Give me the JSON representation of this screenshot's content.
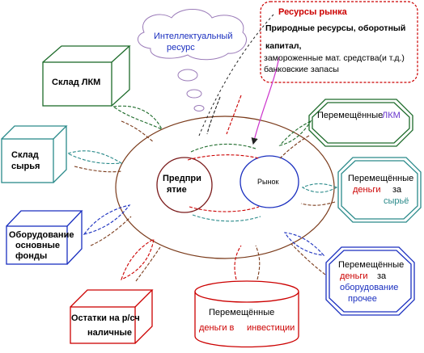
{
  "nodes": {
    "intellect": {
      "line1": "Интеллектуальный",
      "line2": "ресурс"
    },
    "market_resources": {
      "title": "Ресурсы рынка",
      "line1": "Природные ресурсы, оборотный",
      "line2": "капитал,",
      "line3": "замороженные мат. средства(и т.д.)",
      "line4": "банковские запасы"
    },
    "paint_warehouse": {
      "label": "Склад ЛКМ"
    },
    "raw_warehouse": {
      "line1": "Склад",
      "line2": "сырья"
    },
    "equipment": {
      "line1": "Оборудование",
      "line2": "основные",
      "line3": "фонды"
    },
    "cash_balances": {
      "line1": "Остатки на р/сч",
      "line2": "наличные"
    },
    "moved_paint": {
      "word1": "Перемещённые",
      "word2": "ЛКМ"
    },
    "moved_money_raw": {
      "line1": "Перемещённые",
      "word_money": "деньги",
      "word_for": "за",
      "word_raw": "сырьё"
    },
    "moved_money_equipment": {
      "line1": "Перемещённые",
      "word_money": "деньги",
      "word_for": "за",
      "word_equipment": "оборудование",
      "word_other": "прочее"
    },
    "moved_money_invest": {
      "line1": "Перемещённые",
      "word_money": "деньги в",
      "word_invest": "инвестиции"
    },
    "enterprise": {
      "line1": "Предпри",
      "line2": "ятие"
    },
    "market": {
      "label": "Рынок"
    }
  },
  "colors": {
    "red": "#cc0000",
    "green": "#1d6b2a",
    "blue": "#1a2fbf",
    "purple": "#6633cc",
    "teal": "#2a8a8a",
    "brown": "#7a3a1a",
    "magenta": "#cc33cc"
  }
}
